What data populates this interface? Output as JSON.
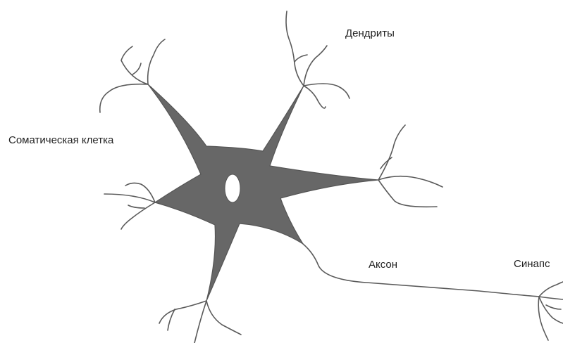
{
  "labels": {
    "dendrites": "Дендриты",
    "soma": "Соматическая клетка",
    "axon": "Аксон",
    "synapse": "Синапс"
  },
  "colors": {
    "cell_body": "#676767",
    "outline": "#555555",
    "nucleus": "#ffffff",
    "text": "#222222"
  }
}
